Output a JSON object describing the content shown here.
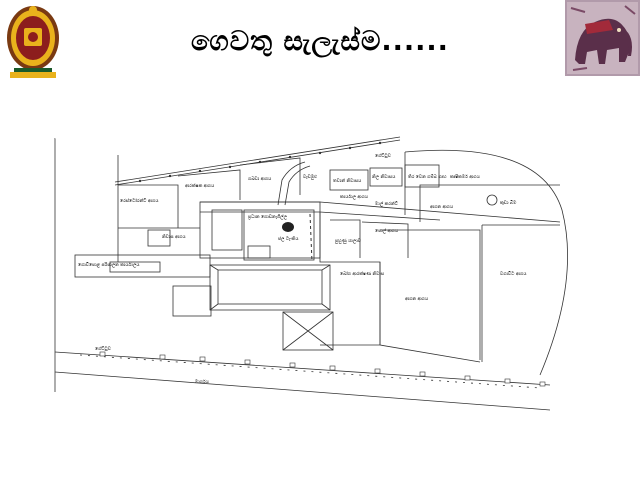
{
  "slide": {
    "title": "ගෙවතු සැලැස්ම......"
  },
  "plan": {
    "labels": {
      "gate_top": "ගේට්ටුව",
      "canteen_area": "රෙස්ටෝරන්ට් ආගය",
      "security_area": "ආරක්ෂක ආගය",
      "storage_area": "ගබඩා ආගය",
      "workshop": "වැඩමුළු",
      "office_area": "කාර්යාල ආගය",
      "nursery": "තවාන් නිවාසය",
      "tool_room": "තිර වෙන ගම්බ ගෘහ",
      "record_room": "නිල නිවාසය",
      "sub_area": "මාල් කරන්ට්",
      "cultivation_block": "කෘෂිකර්ම ආගය",
      "water_tank": "ජල ටැංකිය",
      "main_building": "ප්‍රධාන ගොඩනැගිල්ල",
      "training_hall": "පුහුණු ශාලාව",
      "plant_protection": "බෝග ආරක්ෂණ නිවාස",
      "greenhouse_left": "ගොවිපොළ පරිපාලන කාර්යාලය",
      "field_right": "ආගන ආගය",
      "big_field": "ආගන ආගය",
      "coconut_area": "පොල් ආගය",
      "east_field": "වගාවිට ආගය",
      "gate_bottom": "ගේට්ටුව",
      "road": "මාර්ගය",
      "house_area": "නිවාස ආගය",
      "small_plot": "කුඩා බිම"
    }
  }
}
